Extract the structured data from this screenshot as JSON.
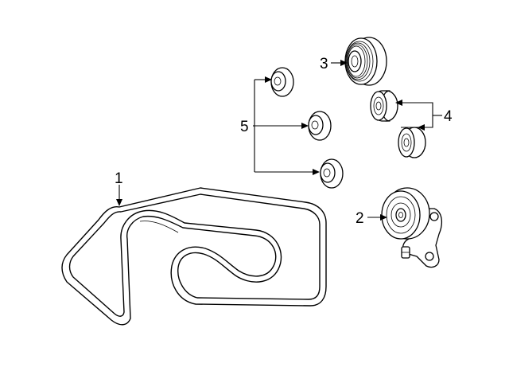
{
  "callouts": {
    "belt": "1",
    "tensioner": "2",
    "grooved_idler": "3",
    "idler_pair": "4",
    "pulley_group": "5"
  }
}
